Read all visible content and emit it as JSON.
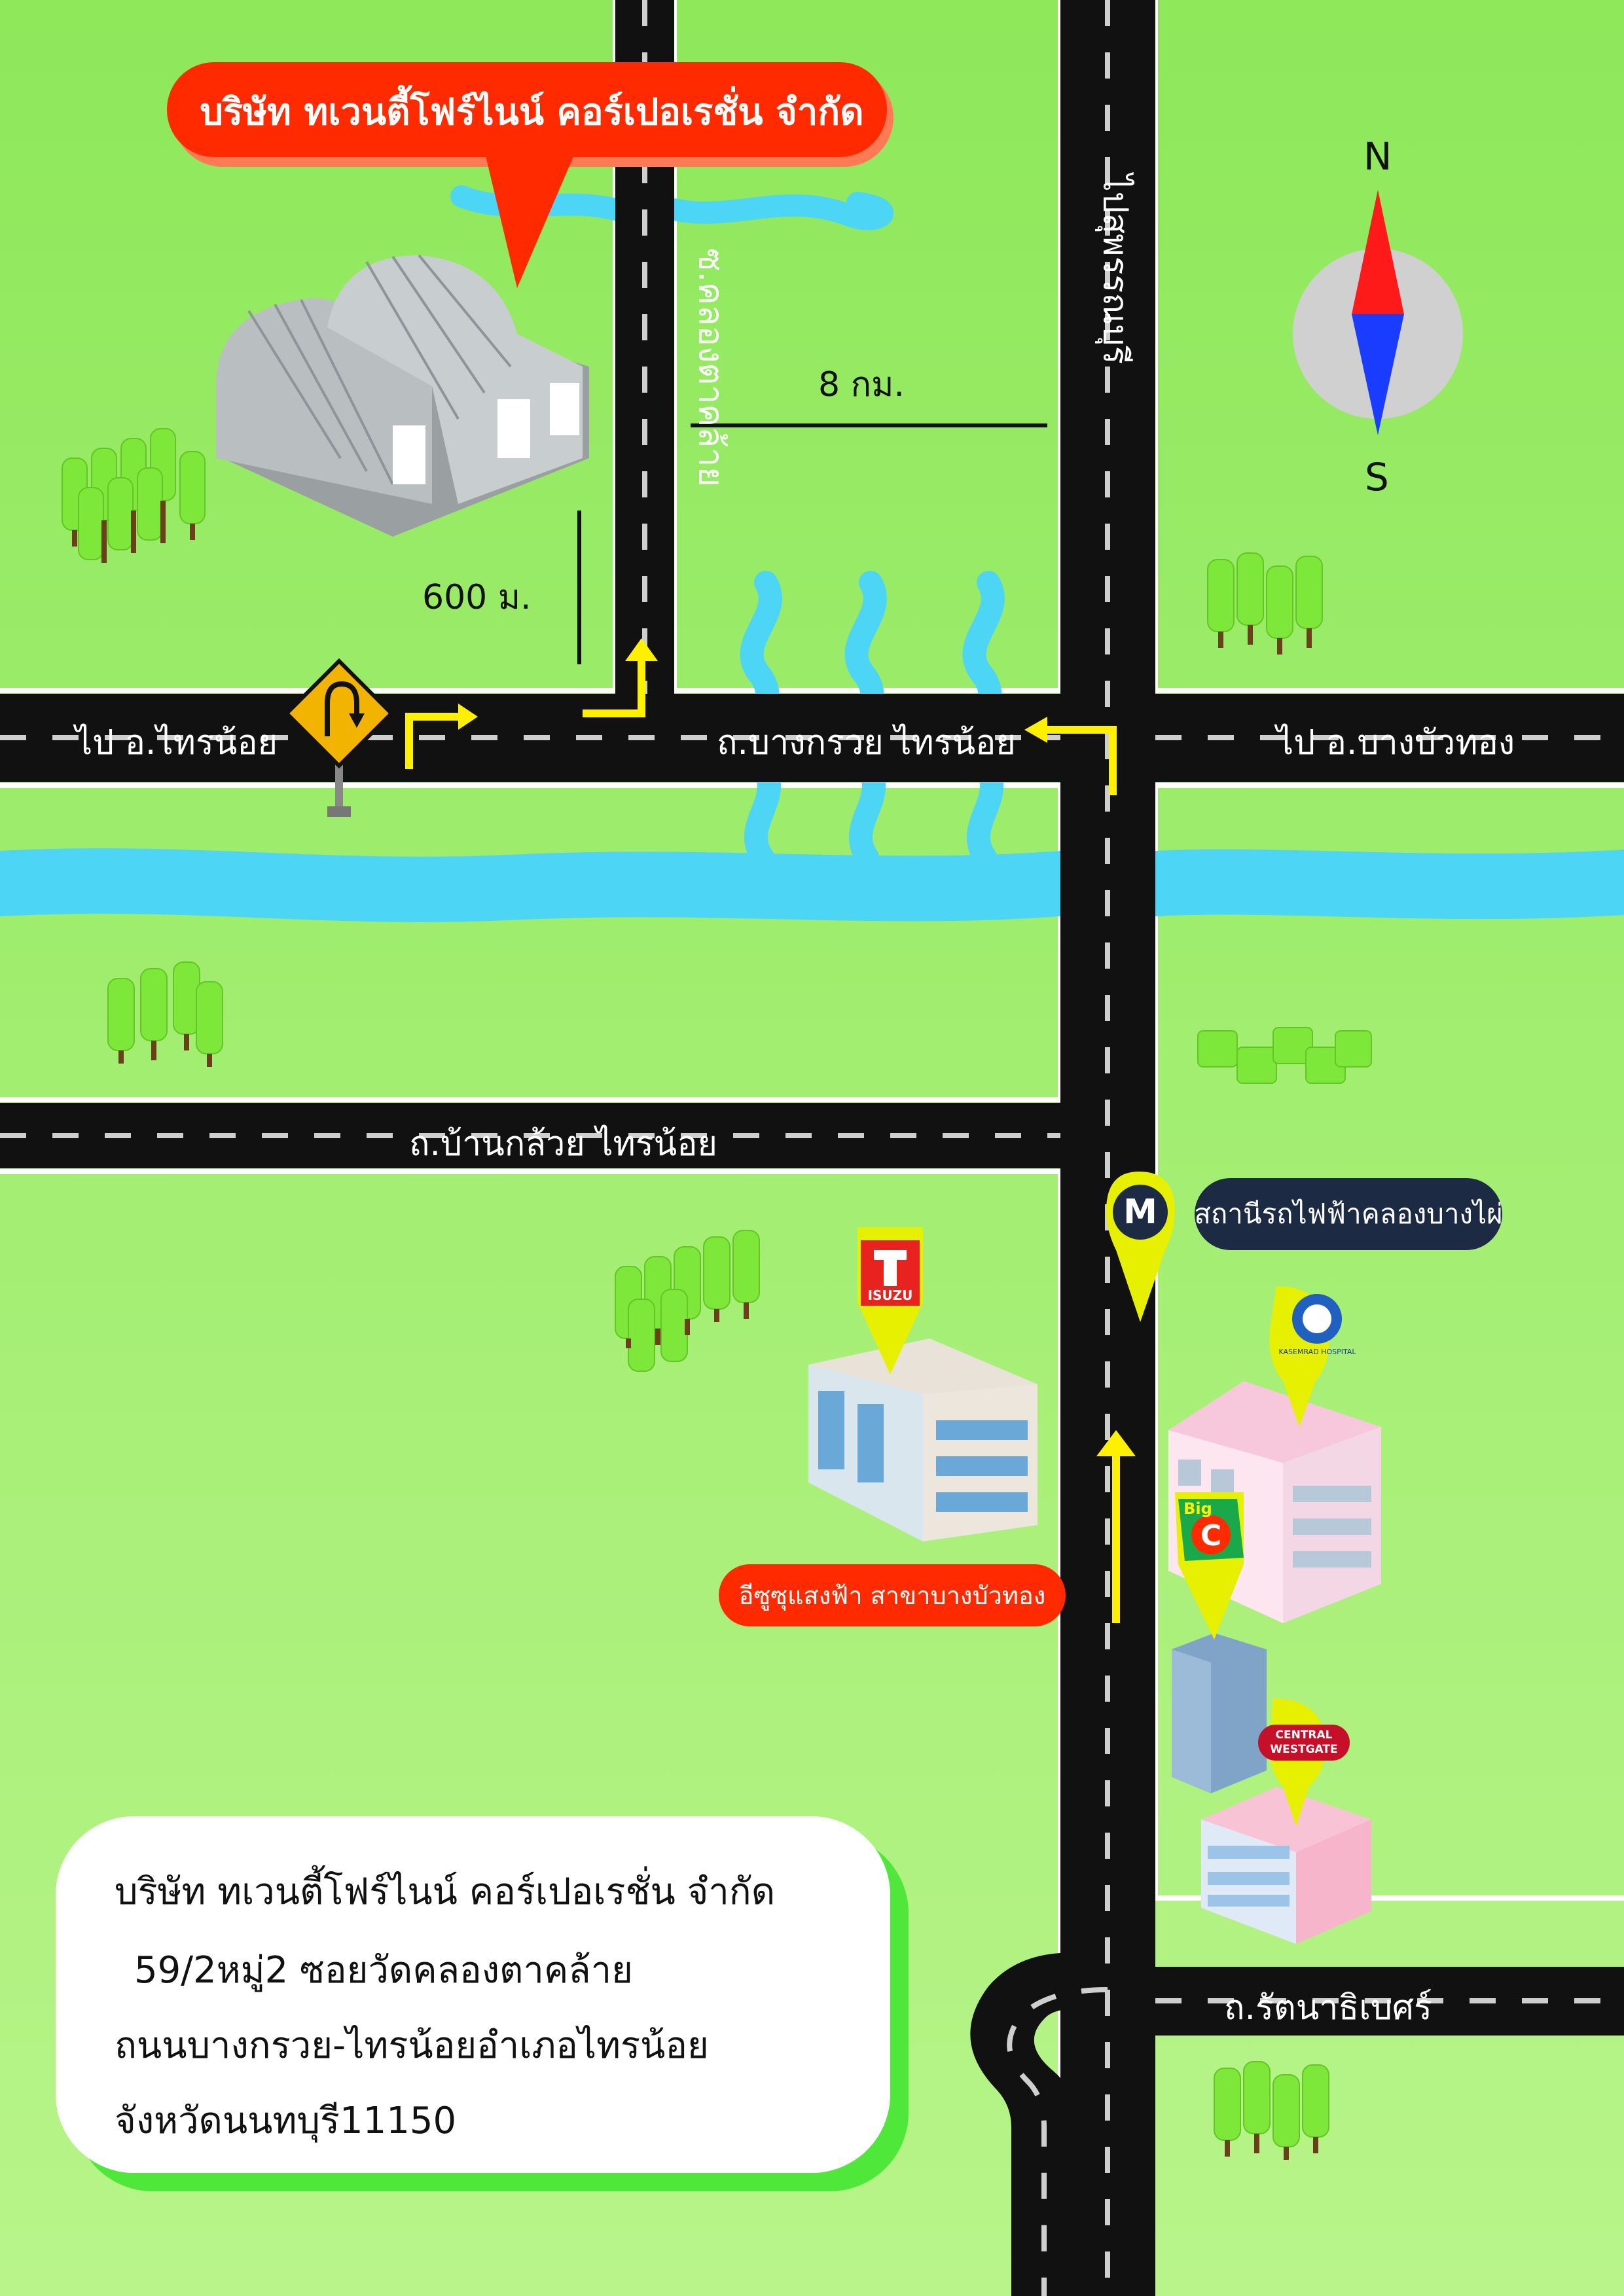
{
  "company_callout": "บริษัท ทเวนตี้โฟร์ไนน์ คอร์เปอเรชั่น จำกัด",
  "labels": {
    "soi_road": "ซ.คลองตาคล้าย",
    "to_suphanburi": "ไปสุพรรณบุรี",
    "distance_8km": "8 กม.",
    "distance_600m": "600 ม.",
    "to_sai_noi": "ไป อ.ไทรน้อย",
    "bang_kruai_road": "ถ.บางกรวย ไทรน้อย",
    "to_bang_bua_thong": "ไป อ.บางบัวทอง",
    "ban_kluai_road": "ถ.บ้านกล้วย ไทรน้อย",
    "rattanathibet_road": "ถ.รัตนาธิเบศร์"
  },
  "compass": {
    "north": "N",
    "south": "S"
  },
  "landmarks": {
    "train_station": "สถานีรถไฟฟ้าคลองบางไผ่",
    "train_icon_letter": "M",
    "isuzu_dealer": "อีซูซุแสงฟ้า สาขาบางบัวทอง",
    "isuzu_logo_text": "ISUZU",
    "bigc_logo_top": "Big",
    "bigc_logo_letter": "C",
    "central_logo_line1": "CENTRAL",
    "central_logo_line2": "WESTGATE",
    "hospital_logo_text": "KASEMRAD HOSPITAL"
  },
  "address": {
    "line1": "บริษัท ทเวนตี้โฟร์ไนน์ คอร์เปอเรชั่น จำกัด",
    "line2": "59/2หมู่2 ซอยวัดคลองตาคล้าย",
    "line3": "ถนนบางกรวย-ไทรน้อยอำเภอไทรน้อย",
    "line4": "จังหวัดนนทบุรี11150"
  },
  "colors": {
    "grass": "#a8f07a",
    "road": "#111111",
    "river": "#4dd5f5",
    "callout_red": "#ff2a00",
    "arrow_yellow": "#fff000",
    "pin_yellow": "#e6f000",
    "station_pill": "#1c2a44",
    "address_shadow": "#4fe83a"
  }
}
